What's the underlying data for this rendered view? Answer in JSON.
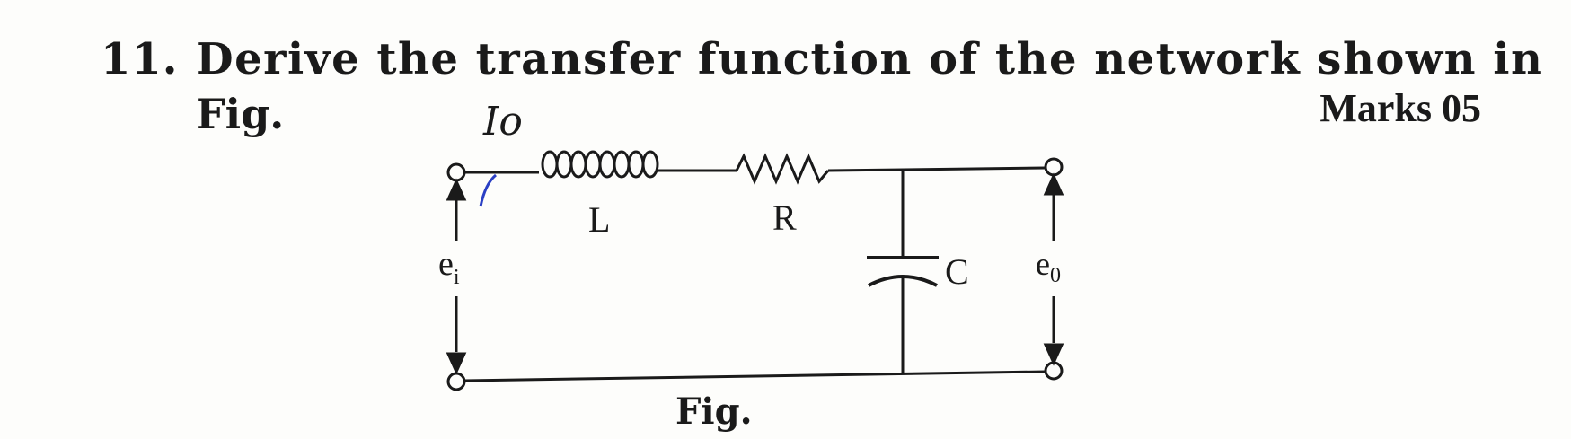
{
  "question": {
    "number": "11.",
    "line1": "Derive the transfer function of the network shown in",
    "line2": "Fig.",
    "marks": "Marks 05"
  },
  "circuit": {
    "inductor_label": "L",
    "resistor_label": "R",
    "capacitor_label": "C",
    "input_label": "e",
    "input_sub": "i",
    "output_label": "e",
    "output_sub": "0"
  },
  "annotation": {
    "text": "Io",
    "color": "#2a3fc4"
  },
  "caption": "Fig.",
  "colors": {
    "ink": "#1a1a1a",
    "paper": "#fdfdfb",
    "pen": "#2a3fc4"
  }
}
